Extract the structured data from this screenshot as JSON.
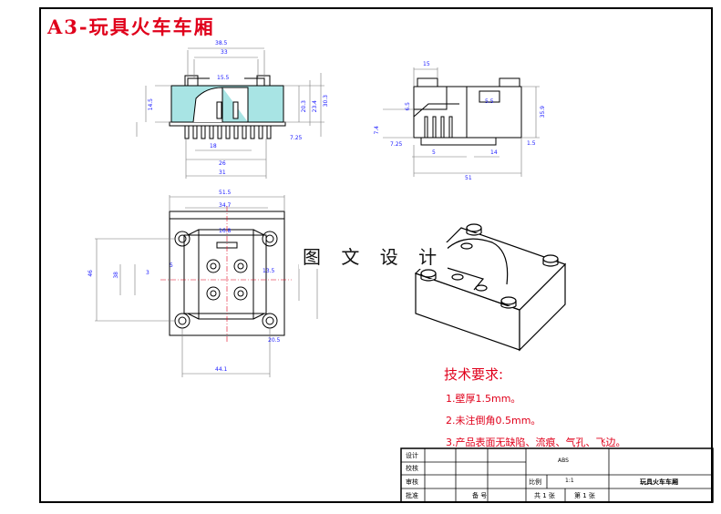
{
  "sheet_title": "A3-玩具火车车厢",
  "watermark_text": "图 文 设 计",
  "requirements": {
    "title": "技术要求:",
    "items": [
      "1.壁厚1.5mm。",
      "2.未注倒角0.5mm。",
      "3.产品表面无缺陷、流痕、气孔、飞边。"
    ]
  },
  "title_block": {
    "rows": [
      "设计",
      "校核",
      "审核",
      "批准"
    ],
    "material": "ABS",
    "scale_label": "比例",
    "scale_value": "1:1",
    "part_name": "玩具火车车厢",
    "sheets_total": "共 1 张",
    "sheet_no": "第 1 张",
    "remark_label": "备 号"
  },
  "dimensions": {
    "front": [
      "38.5",
      "33",
      "15.5",
      "7.25",
      "23.4",
      "20.3",
      "14.5",
      "18",
      "26",
      "31",
      "30.3"
    ],
    "side": [
      "15",
      "5.5",
      "35.9",
      "6.5",
      "7.4",
      "7.25",
      "5",
      "14",
      "1.5",
      "51"
    ],
    "plan": [
      "51.5",
      "34.7",
      "16.8",
      "13.5",
      "46",
      "38",
      "3",
      "20.5",
      "5",
      "44.1"
    ]
  },
  "colors": {
    "frame": "#000000",
    "red": "#e0001b",
    "dim": "#1a1aff",
    "section": "#a8e4e4"
  }
}
